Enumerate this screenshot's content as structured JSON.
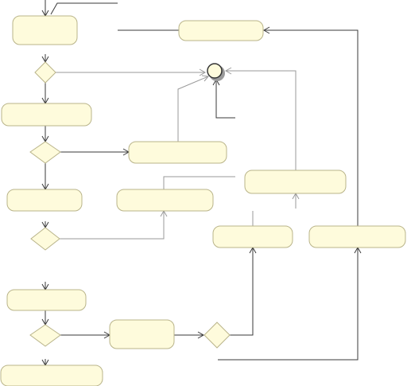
{
  "diagram": {
    "kind": "activity-diagram",
    "labels_visible": false,
    "colors": {
      "node_fill": "#fefbdc",
      "node_stroke": "#b9b48a",
      "edge": "#3a3a3a",
      "edge_secondary": "#9a9a9a",
      "background": "#ffffff"
    },
    "actions": [
      {
        "id": "action-1",
        "label": ""
      },
      {
        "id": "action-2",
        "label": ""
      },
      {
        "id": "action-3",
        "label": ""
      },
      {
        "id": "action-4",
        "label": ""
      },
      {
        "id": "action-5",
        "label": ""
      },
      {
        "id": "action-6",
        "label": ""
      },
      {
        "id": "action-7",
        "label": ""
      },
      {
        "id": "action-8",
        "label": ""
      },
      {
        "id": "action-9",
        "label": ""
      },
      {
        "id": "action-10",
        "label": ""
      },
      {
        "id": "action-11",
        "label": ""
      },
      {
        "id": "action-12",
        "label": ""
      }
    ],
    "decisions": [
      {
        "id": "decision-1"
      },
      {
        "id": "decision-2"
      },
      {
        "id": "decision-3"
      },
      {
        "id": "decision-4"
      },
      {
        "id": "decision-5"
      }
    ],
    "final_node": {
      "id": "activity-final"
    }
  }
}
